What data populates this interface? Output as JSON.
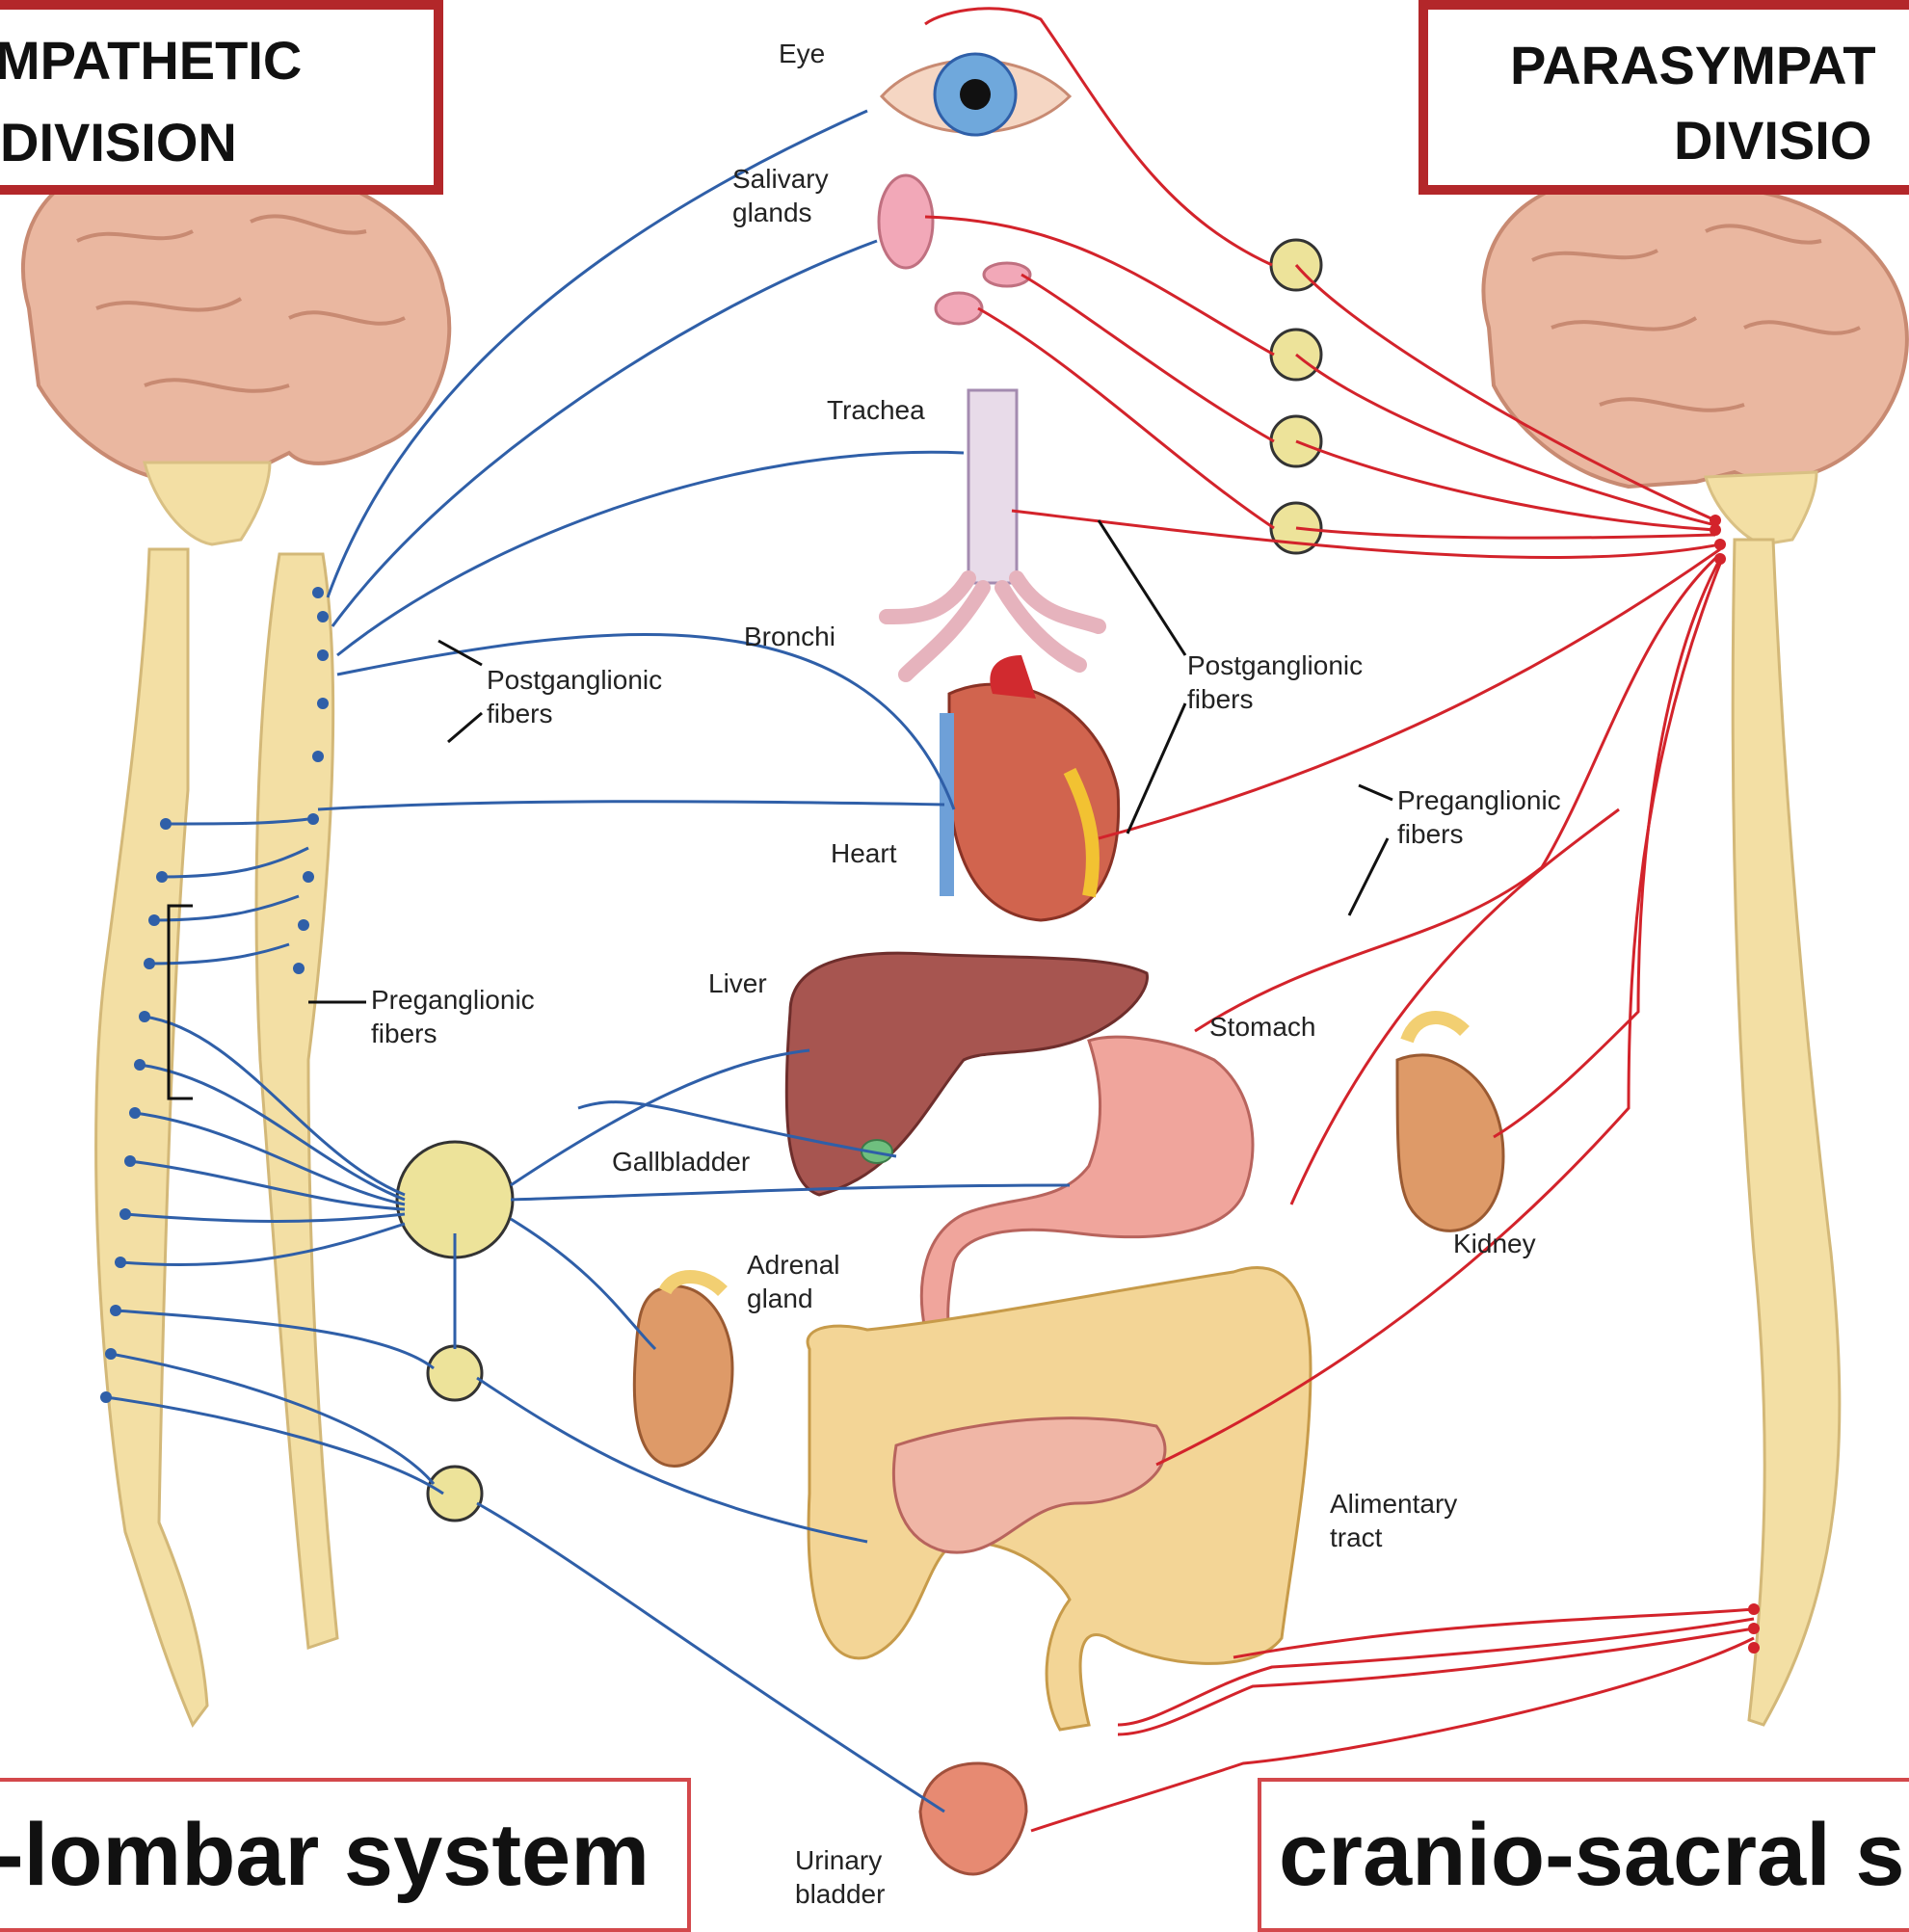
{
  "boxes": {
    "sympathetic": {
      "line1": "MPATHETIC",
      "line2": "DIVISION"
    },
    "parasympathetic": {
      "line1": "PARASYMPAT",
      "line2": "DIVISIO"
    },
    "thoraco": "-lombar system",
    "cranio": "cranio-sacral s"
  },
  "labels": {
    "eye": "Eye",
    "salivary1": "Salivary",
    "salivary2": "glands",
    "trachea": "Trachea",
    "bronchi": "Bronchi",
    "heart": "Heart",
    "liver": "Liver",
    "gallbladder": "Gallbladder",
    "stomach": "Stomach",
    "adrenal1": "Adrenal",
    "adrenal2": "gland",
    "kidney": "Kidney",
    "alimentary1": "Alimentary",
    "alimentary2": "tract",
    "bladder1": "Urinary",
    "bladder2": "bladder",
    "postL1": "Postganglionic",
    "postL2": "fibers",
    "preL1": "Preganglionic",
    "preL2": "fibers",
    "postR1": "Postganglionic",
    "postR2": "fibers",
    "preR1": "Preganglionic",
    "preR2": "fibers"
  },
  "colors": {
    "sympathetic_fiber": "#2f5fa8",
    "parasympathetic_fiber": "#d3232b",
    "box_border": "#b3272a",
    "spinal_cord": "#f3dfa4",
    "brain": "#e9b59c",
    "organ": "#e39a7e"
  }
}
